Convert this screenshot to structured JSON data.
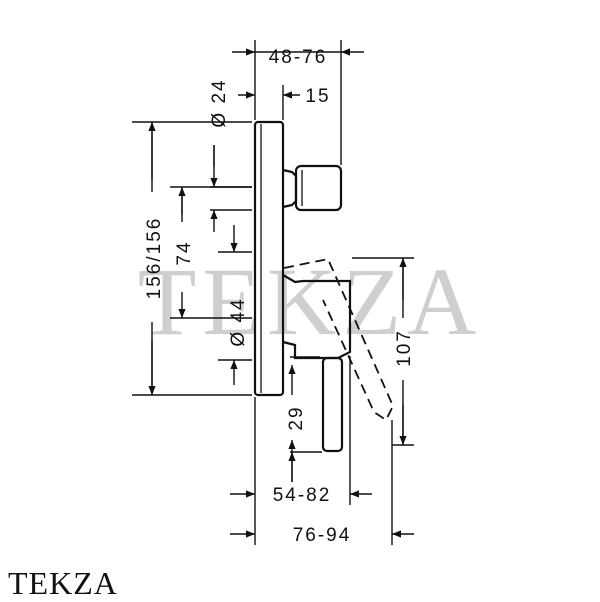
{
  "drawing": {
    "dimensions": {
      "top_width": "48-76",
      "diameter_top": "Ø 24",
      "offset_15": "15",
      "total_height": "156/156",
      "spacing_74": "74",
      "diameter_lower": "Ø 44",
      "height_29": "29",
      "height_107": "107",
      "bottom_54_82": "54-82",
      "bottom_76_94": "76-94"
    },
    "watermark": "TEKZA"
  },
  "brand": {
    "logo": "TEKZA"
  },
  "colors": {
    "line": "#111111",
    "watermark": "#cfcfcf",
    "background": "#ffffff"
  }
}
